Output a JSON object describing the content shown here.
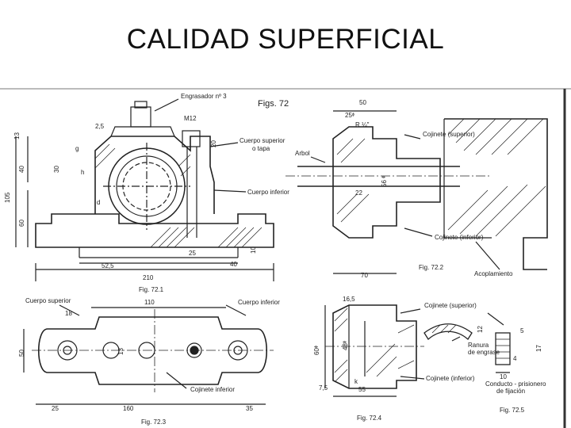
{
  "slide": {
    "title": "CALIDAD SUPERFICIAL"
  },
  "figures": {
    "header": "Figs. 72",
    "fig721": "Fig. 72.1",
    "fig722": "Fig. 72.2",
    "fig723": "Fig. 72.3",
    "fig724": "Fig. 72.4",
    "fig725": "Fig. 72.5"
  },
  "labels": {
    "engrasador": "Engrasador nº 3",
    "m12": "M12",
    "cuerpo_superior": "Cuerpo superior",
    "o_tapa": "o tapa",
    "cuerpo_inferior": "Cuerpo inferior",
    "arbol": "Arbol",
    "cojinete_superior": "Cojinete (superior)",
    "cojinete_inferior": "Cojinete (inferior)",
    "acoplamiento": "Acoplamiento",
    "cuerpo_superior_b": "Cuerpo superior",
    "cuerpo_inferior_b": "Cuerpo inferior",
    "cojinete_inferior_b": "Cojinete inferior",
    "cojinete_superior_c": "Cojinete (superior)",
    "cojinete_inferior_c": "Cojinete (inferior)",
    "ranura_1": "Ranura",
    "ranura_2": "de engrase",
    "conducto_1": "Conducto - prisionero",
    "conducto_2": "de fijación"
  },
  "dimensions": {
    "d_13": "13",
    "d_2_5": "2,5",
    "d_40": "40",
    "d_30": "30",
    "d_105": "105",
    "d_60": "60",
    "d_h": "h",
    "d_g": "g",
    "d_d": "d",
    "d_20": "20",
    "d_50": "50",
    "d_25phi": "25ᶲ",
    "d_1_4": "R ¼\"",
    "d_22": "22",
    "d_56": "56 ᶲ",
    "d_25": "25",
    "d_52_5": "52,5",
    "d_210": "210",
    "d_40b": "40",
    "d_10": "10",
    "d_70": "70",
    "d_16_5": "16,5",
    "d_50b": "50",
    "d_48": "48ᶲ",
    "d_60phi": "60ᶲ",
    "d_7_5": "7,5",
    "d_55": "55",
    "d_25b": "25",
    "d_160": "160",
    "d_35": "35",
    "d_110": "110",
    "d_18": "18",
    "d_13b": "13",
    "d_k": "k",
    "d_12": "12",
    "d_4": "4",
    "d_10b": "10",
    "d_5": "5",
    "d_17": "17"
  }
}
